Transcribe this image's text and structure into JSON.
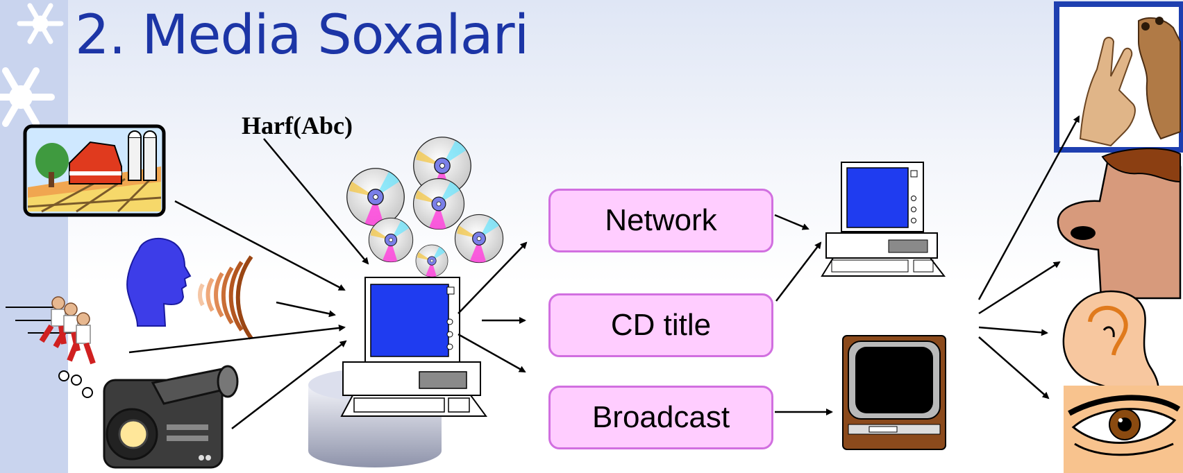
{
  "slide": {
    "title": "2. Media Soxalari",
    "text_input_label": "Harf(Abc)",
    "channels": [
      "Network",
      "CD title",
      "Broadcast"
    ]
  },
  "icons": {
    "sources": [
      "farm-picture-icon",
      "speaking-head-icon",
      "running-people-animation-icon",
      "video-camera-icon"
    ],
    "center": [
      "cd-discs-icon",
      "desktop-computer-icon",
      "database-cylinder-icon"
    ],
    "outputs": [
      "desktop-computer-icon",
      "television-icon"
    ],
    "senses": [
      "hand-touch-icon",
      "nose-smell-icon",
      "ear-hearing-icon",
      "eye-sight-icon"
    ],
    "decoration": [
      "snowflake-icon"
    ]
  },
  "colors": {
    "title": "#1c35a6",
    "left_strip": "#c9d4ee",
    "pill_fill": "#ffcdff",
    "pill_border": "#d16fe0",
    "screen_blue": "#1f3cf0"
  }
}
